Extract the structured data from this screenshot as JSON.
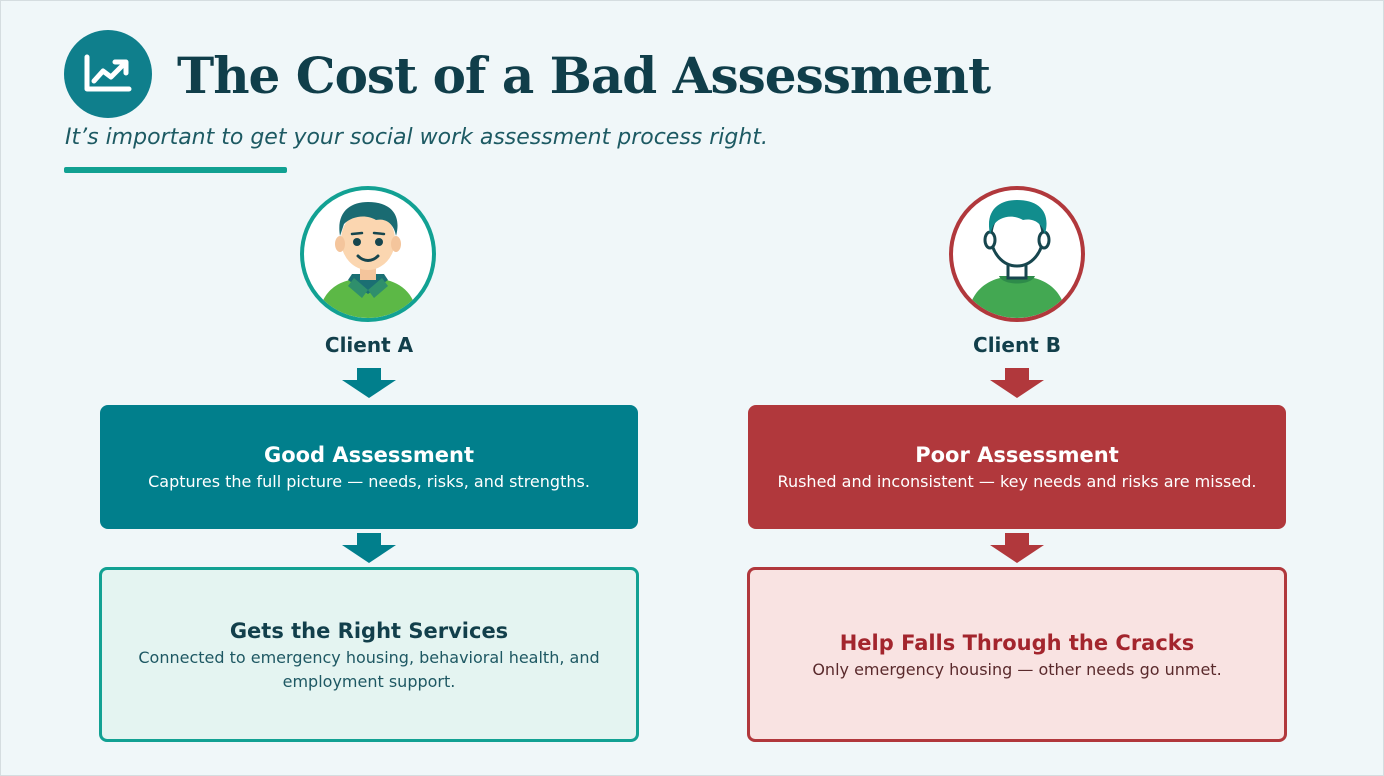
{
  "header": {
    "logo_icon": "trending-chart-icon",
    "title": "The Cost of a Bad Assessment",
    "subtitle": "It’s important to get your social work assessment process right."
  },
  "clients": [
    {
      "name": "Client A",
      "avatar_icon": "smiling-person-icon",
      "accent_color": "#12a193",
      "assessment": {
        "title": "Good Assessment",
        "description": "Captures the full picture — needs, risks, and strengths."
      },
      "outcome": {
        "title": "Gets the Right Services",
        "description": "Connected to emergency housing, behavioral health, and employment support."
      }
    },
    {
      "name": "Client B",
      "avatar_icon": "faceless-person-icon",
      "accent_color": "#b1383c",
      "assessment": {
        "title": "Poor Assessment",
        "description": "Rushed and inconsistent — key needs and risks are missed."
      },
      "outcome": {
        "title": "Help Falls Through the Cracks",
        "description": "Only emergency housing — other needs go unmet."
      }
    }
  ],
  "colors": {
    "teal": "#017f8c",
    "teal_accent": "#12a193",
    "red": "#b1383c",
    "dark_text": "#123f4b"
  }
}
